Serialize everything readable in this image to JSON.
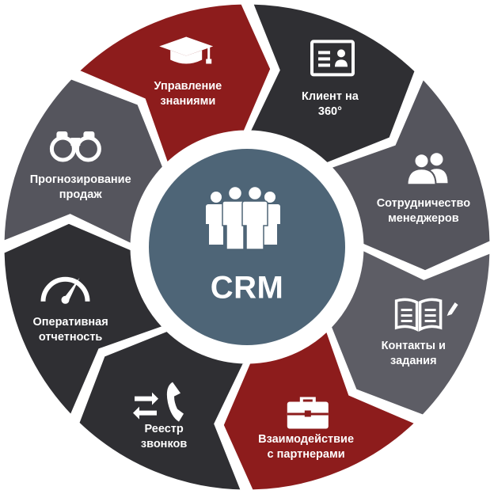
{
  "center": {
    "title": "CRM",
    "icon": "team-icon",
    "color": "#4e6577"
  },
  "colors": {
    "red": "#8d1c1c",
    "dark": "#2f2f33",
    "gray": "#5a5a62",
    "ring": "#ffffff"
  },
  "segments": [
    {
      "id": "knowledge",
      "label_lines": [
        "Управление",
        "знаниями"
      ],
      "icon": "graduation-cap-icon",
      "color": "#8d1c1c"
    },
    {
      "id": "client360",
      "label_lines": [
        "Клиент на",
        "360°"
      ],
      "icon": "id-card-icon",
      "color": "#2f2f33"
    },
    {
      "id": "managers",
      "label_lines": [
        "Сотрудничество",
        "менеджеров"
      ],
      "icon": "users-icon",
      "color": "#55555d"
    },
    {
      "id": "contacts",
      "label_lines": [
        "Контакты и",
        "задания"
      ],
      "icon": "notebook-pen-icon",
      "color": "#5d5d65"
    },
    {
      "id": "partners",
      "label_lines": [
        "Взаимодействие",
        "с партнерами"
      ],
      "icon": "briefcase-icon",
      "color": "#8d1c1c"
    },
    {
      "id": "calls",
      "label_lines": [
        "Реестр",
        "звонков"
      ],
      "icon": "phone-arrows-icon",
      "color": "#2f2f33"
    },
    {
      "id": "reports",
      "label_lines": [
        "Оперативная",
        "отчетность"
      ],
      "icon": "speedometer-icon",
      "color": "#2f2f33"
    },
    {
      "id": "forecast",
      "label_lines": [
        "Прогнозирование",
        "продаж"
      ],
      "icon": "binoculars-icon",
      "color": "#55555d"
    }
  ]
}
